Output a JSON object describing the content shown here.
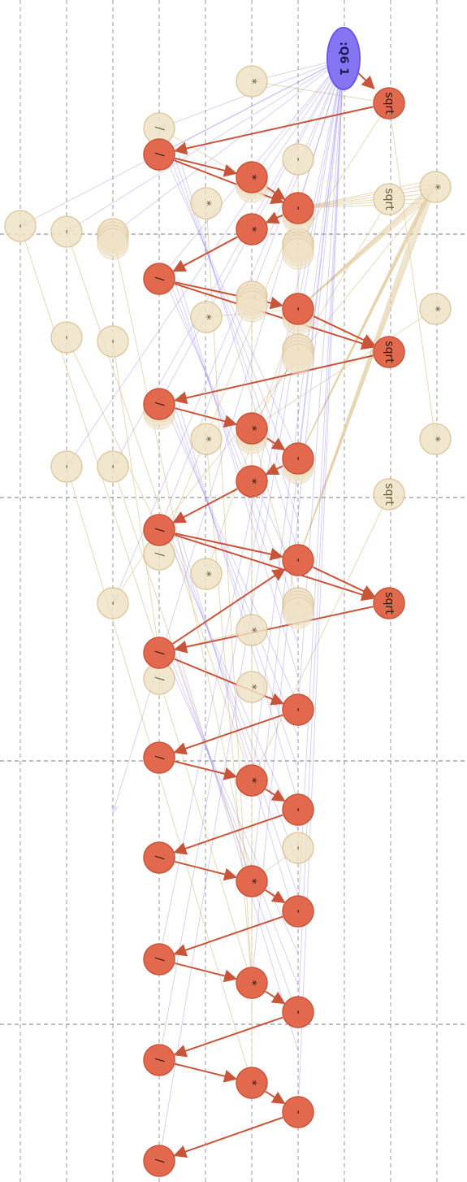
{
  "root": {
    "label": ":Q6 1"
  },
  "main_chain": [
    {
      "op": "sqrt"
    },
    {
      "op": "/"
    },
    {
      "op": "*"
    },
    {
      "op": "-"
    },
    {
      "op": "*"
    },
    {
      "op": "/"
    },
    {
      "op": "-"
    },
    {
      "op": "sqrt"
    },
    {
      "op": "/"
    },
    {
      "op": "*"
    },
    {
      "op": "-"
    },
    {
      "op": "*"
    },
    {
      "op": "/"
    },
    {
      "op": "-"
    },
    {
      "op": "sqrt"
    },
    {
      "op": "/"
    },
    {
      "op": "-"
    },
    {
      "op": "/"
    },
    {
      "op": "*"
    },
    {
      "op": "-"
    },
    {
      "op": "/"
    },
    {
      "op": "*"
    },
    {
      "op": "-"
    },
    {
      "op": "/"
    },
    {
      "op": "*"
    },
    {
      "op": "-"
    },
    {
      "op": "/"
    },
    {
      "op": "*"
    },
    {
      "op": "-"
    },
    {
      "op": "/"
    }
  ],
  "faint_nodes": [
    {
      "op": "*"
    },
    {
      "op": "/"
    },
    {
      "op": "-"
    },
    {
      "op": "sqrt"
    },
    {
      "op": "*"
    },
    {
      "op": "-"
    },
    {
      "op": "-"
    },
    {
      "op": "-"
    },
    {
      "op": "*"
    },
    {
      "op": "*"
    },
    {
      "op": "-"
    },
    {
      "op": "-"
    },
    {
      "op": "*"
    },
    {
      "op": "*"
    },
    {
      "op": "-"
    },
    {
      "op": "-"
    },
    {
      "op": "sqrt"
    },
    {
      "op": "-"
    },
    {
      "op": "*"
    },
    {
      "op": "-"
    },
    {
      "op": "*"
    },
    {
      "op": "/"
    },
    {
      "op": "*"
    },
    {
      "op": "-"
    },
    {
      "op": "-"
    },
    {
      "op": "*"
    },
    {
      "op": "*"
    },
    {
      "op": "-"
    },
    {
      "op": "/"
    }
  ]
}
